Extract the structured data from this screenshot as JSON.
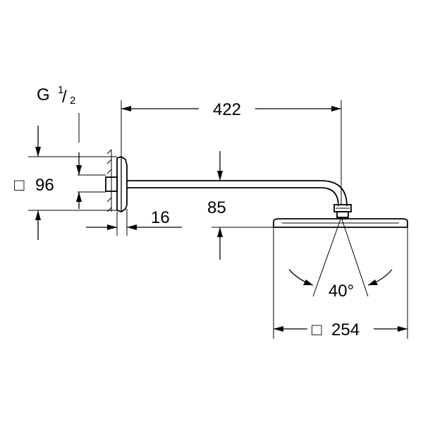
{
  "dimensions": {
    "thread": {
      "prefix": "G",
      "numerator": "1",
      "denominator": "2"
    },
    "flange_size": {
      "symbol": "□",
      "value": "96"
    },
    "arm_length": "422",
    "flange_depth": "16",
    "drop_height": "85",
    "spray_angle": "40°",
    "head_size": {
      "symbol": "□",
      "value": "254"
    }
  },
  "colors": {
    "line": "#000000",
    "background": "#ffffff"
  }
}
